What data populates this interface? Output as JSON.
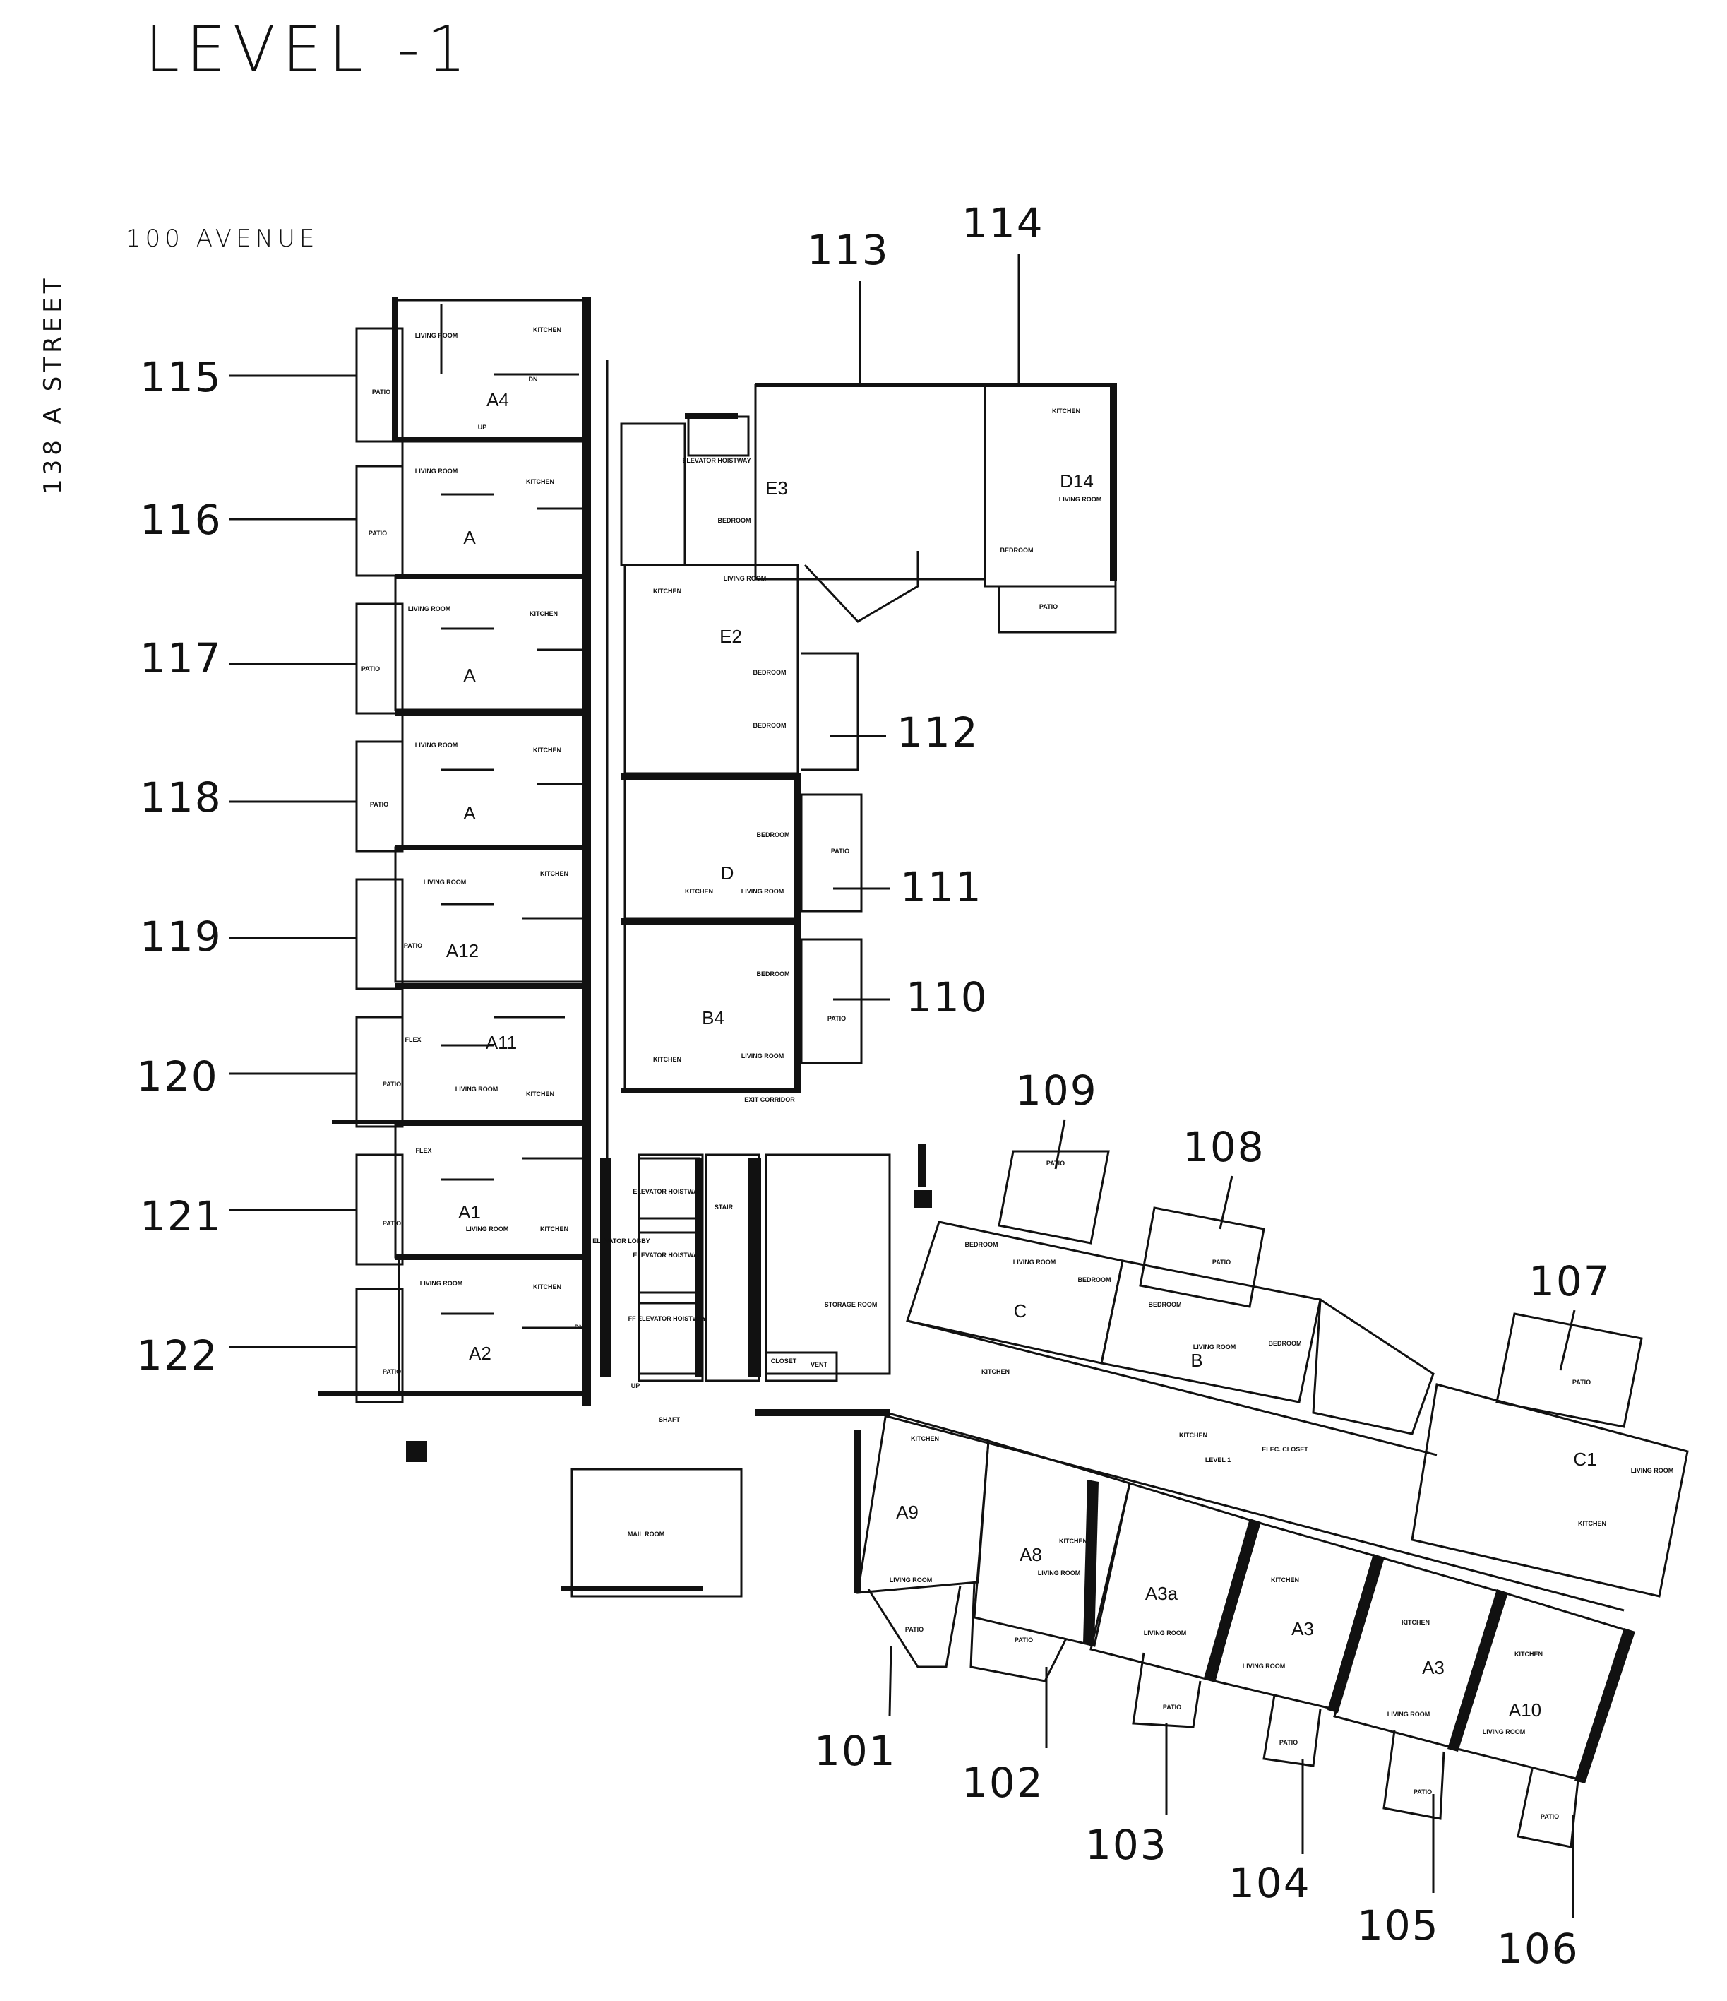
{
  "title": "LEVEL -1",
  "streets": {
    "north": "100 AVENUE",
    "west": "138 A STREET"
  },
  "unit_numbers": [
    "101",
    "102",
    "103",
    "104",
    "105",
    "106",
    "107",
    "108",
    "109",
    "110",
    "111",
    "112",
    "113",
    "114",
    "115",
    "116",
    "117",
    "118",
    "119",
    "120",
    "121",
    "122"
  ],
  "unit_types": {
    "u115": "A4",
    "u116": "A",
    "u117": "A",
    "u118": "A",
    "u119": "A12",
    "u120": "A11",
    "u121": "A1",
    "u122": "A2",
    "u110": "B4",
    "u111": "D",
    "u112": "E2",
    "u113": "E3",
    "u114": "D14",
    "u109": "C",
    "u108": "B",
    "u107": "C1",
    "u101": "A9",
    "u102": "A8",
    "u103": "A3a",
    "u104": "A3",
    "u105": "A3",
    "u106": "A10"
  },
  "room_labels": {
    "living_room": "LIVING ROOM",
    "kitchen": "KITCHEN",
    "bedroom": "BEDROOM",
    "patio": "PATIO",
    "flex": "FLEX",
    "up": "UP",
    "dn": "DN",
    "elevator_hoistway": "ELEVATOR HOISTWAY",
    "ff_elevator_hoistway": "FF ELEVATOR HOISTWAY",
    "elevator_lobby": "ELEVATOR LOBBY",
    "stair": "STAIR",
    "storage_room": "STORAGE ROOM",
    "closet": "CLOSET",
    "vent": "VENT",
    "shaft": "SHAFT",
    "mail_room": "MAIL ROOM",
    "elec_closet": "ELEC. CLOSET",
    "level_1": "LEVEL 1",
    "exit_corridor": "EXIT CORRIDOR"
  }
}
